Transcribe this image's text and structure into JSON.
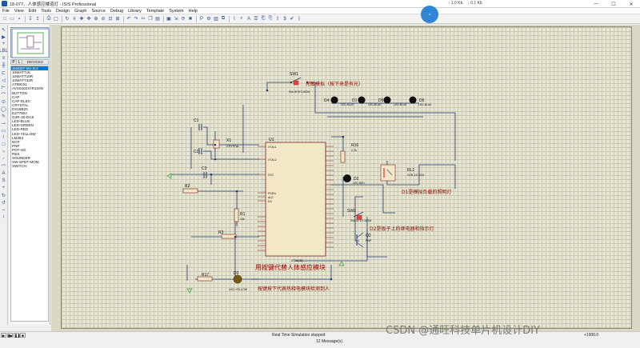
{
  "window": {
    "title": "18-077、人体感应楼道灯 - ISIS Professional",
    "net_up": "↑ 1.0 Kb",
    "net_down": "↓ 0.1 Kb",
    "controls": [
      "—",
      "☐",
      "✕"
    ]
  },
  "menu": [
    "File",
    "View",
    "Edit",
    "Tools",
    "Design",
    "Graph",
    "Source",
    "Debug",
    "Library",
    "Template",
    "System",
    "Help"
  ],
  "device_panel": {
    "tabs": [
      "P",
      "L"
    ],
    "header": "DEVICES",
    "selected": "1N4007-M1-IC4",
    "items": [
      "1N4007-M1-IC4",
      "10WATT1K",
      "10WATT10R",
      "10WATT33R",
      "AT89C51",
      "AVX0402X7R100N",
      "BUTTON",
      "CAP",
      "CAP-ELEC",
      "CRYSTAL",
      "DS18B20",
      "EZ7700A",
      "G2R-1E-DC5",
      "LED-BLUE",
      "LED-GREEN",
      "LED-RED",
      "LED-YELLOW",
      "LM393",
      "NOT",
      "PNP",
      "POT-HG",
      "RES",
      "SOUNDER",
      "SW-SPDT-MOM",
      "SWITCH"
    ]
  },
  "schematic": {
    "labels": {
      "sw1": "SW1",
      "sw1_part": "SW-SPDT-MOM",
      "sw1_note": "光敏模拟（按下来是有光）",
      "u1": "U1",
      "u1_part": "AT89C51",
      "c1": "C1",
      "c2": "C2",
      "c3": "C3",
      "x1": "X1",
      "x1_part": "CRYSTAL",
      "r1": "R1",
      "r1_val": "10k",
      "r2": "R2",
      "r3": "R3",
      "r16": "R16",
      "r16_val": "2.2k",
      "r17": "R17",
      "d1": "D1",
      "d2": "D2",
      "d3": "D3",
      "d3_part": "LED-YELLOW",
      "d4": "D4",
      "d5": "D5",
      "d6": "D6",
      "led_blue": "LED-BLUE",
      "led_red": "LED-RED",
      "rl1": "RL1",
      "rl1_part": "G2R-1E-DC5",
      "sw2": "SW2",
      "sw2_part": "SW-SPDT-MOM",
      "q2": "Q2",
      "q2_part": "PNP",
      "note_lamp": "D1是模拟负载的照明灯",
      "note_relay": "D2是板子上的继电器和指示灯",
      "note_key": "用按键代替人体感应模块",
      "note_press": "按键按下代表热释电模块检测到人",
      "xtal1": "XTAL1",
      "xtal2": "XTAL2",
      "rst": "RST",
      "psen": "PSEN",
      "ale": "ALE",
      "ea": "EA"
    }
  },
  "status": {
    "sim_controls": [
      "▶",
      "▮▶",
      "❚❚",
      "■"
    ],
    "message": "Real Time Simulation stopped",
    "coords": "+1900.0",
    "messages": "12 Message(s)"
  },
  "watermark": "CSDN @通旺科技单片机设计DIY"
}
